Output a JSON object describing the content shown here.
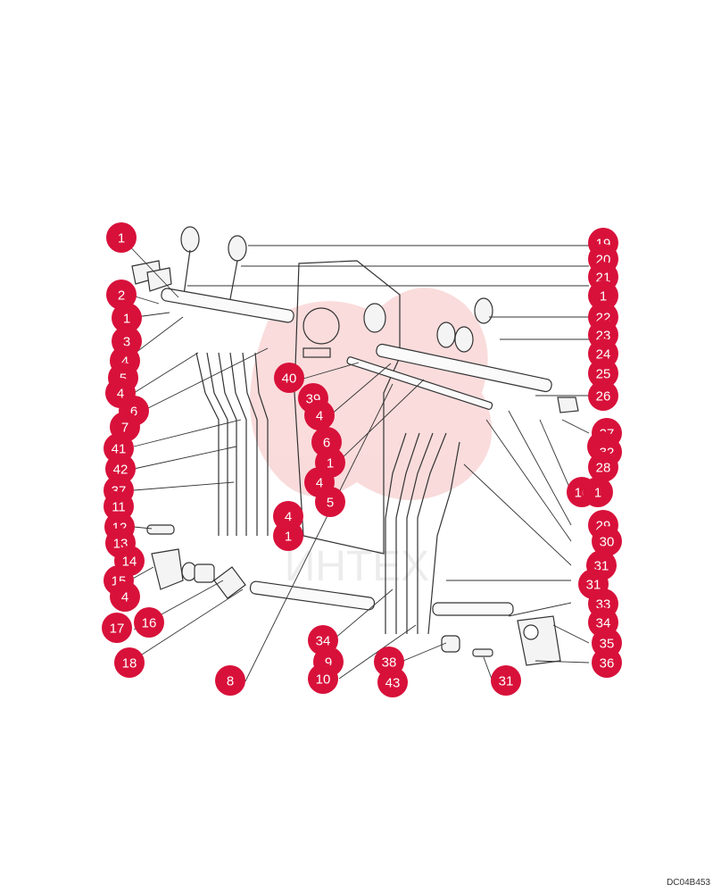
{
  "diagram": {
    "reference_code": "DC04B453",
    "watermark_text": "ИНТЕХ",
    "callout_color": "#d8113a",
    "callouts": [
      {
        "id": "c1",
        "label": "1"
      },
      {
        "id": "c2",
        "label": "2"
      },
      {
        "id": "c3",
        "label": "1"
      },
      {
        "id": "c4",
        "label": "3"
      },
      {
        "id": "c5",
        "label": "4"
      },
      {
        "id": "c6",
        "label": "5"
      },
      {
        "id": "c7",
        "label": "4"
      },
      {
        "id": "c8",
        "label": "6"
      },
      {
        "id": "c9",
        "label": "7"
      },
      {
        "id": "c10",
        "label": "41"
      },
      {
        "id": "c11",
        "label": "42"
      },
      {
        "id": "c12",
        "label": "37"
      },
      {
        "id": "c13",
        "label": "11"
      },
      {
        "id": "c14",
        "label": "12"
      },
      {
        "id": "c15",
        "label": "13"
      },
      {
        "id": "c16",
        "label": "14"
      },
      {
        "id": "c17",
        "label": "15"
      },
      {
        "id": "c18",
        "label": "4"
      },
      {
        "id": "c19",
        "label": "16"
      },
      {
        "id": "c20",
        "label": "17"
      },
      {
        "id": "c21",
        "label": "18"
      },
      {
        "id": "c22",
        "label": "8"
      },
      {
        "id": "c23",
        "label": "34"
      },
      {
        "id": "c24",
        "label": "9"
      },
      {
        "id": "c25",
        "label": "10"
      },
      {
        "id": "c26",
        "label": "38"
      },
      {
        "id": "c27",
        "label": "43"
      },
      {
        "id": "c28",
        "label": "31"
      },
      {
        "id": "c29",
        "label": "40"
      },
      {
        "id": "c30",
        "label": "39"
      },
      {
        "id": "c31",
        "label": "4"
      },
      {
        "id": "c32",
        "label": "6"
      },
      {
        "id": "c33",
        "label": "1"
      },
      {
        "id": "c34",
        "label": "4"
      },
      {
        "id": "c35",
        "label": "5"
      },
      {
        "id": "c36",
        "label": "4"
      },
      {
        "id": "c37",
        "label": "1"
      },
      {
        "id": "c38",
        "label": "19"
      },
      {
        "id": "c39",
        "label": "20"
      },
      {
        "id": "c40",
        "label": "21"
      },
      {
        "id": "c41",
        "label": "1"
      },
      {
        "id": "c42",
        "label": "22"
      },
      {
        "id": "c43",
        "label": "23"
      },
      {
        "id": "c44",
        "label": "24"
      },
      {
        "id": "c45",
        "label": "25"
      },
      {
        "id": "c46",
        "label": "26"
      },
      {
        "id": "c47",
        "label": "27"
      },
      {
        "id": "c48",
        "label": "31"
      },
      {
        "id": "c49",
        "label": "32"
      },
      {
        "id": "c50",
        "label": "28"
      },
      {
        "id": "c51",
        "label": "16"
      },
      {
        "id": "c52",
        "label": "1"
      },
      {
        "id": "c53",
        "label": "29"
      },
      {
        "id": "c54",
        "label": "30"
      },
      {
        "id": "c55",
        "label": "31"
      },
      {
        "id": "c56",
        "label": "31"
      },
      {
        "id": "c57",
        "label": "33"
      },
      {
        "id": "c58",
        "label": "34"
      },
      {
        "id": "c59",
        "label": "35"
      },
      {
        "id": "c60",
        "label": "36"
      }
    ]
  }
}
